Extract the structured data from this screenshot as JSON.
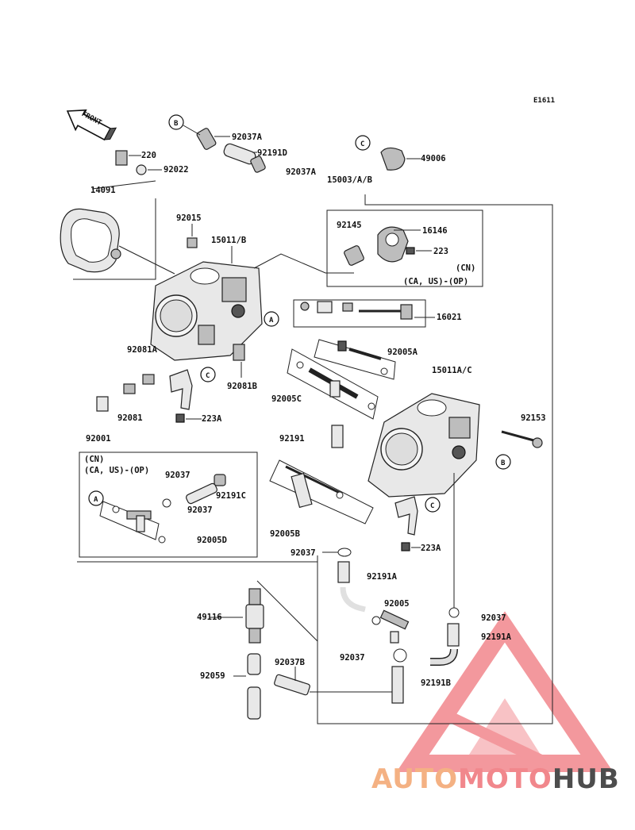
{
  "diagram_code": "E1611",
  "front_label": "FRONT",
  "watermark": {
    "part1": "AUTO",
    "part2": "MOTO",
    "part3": "HUB",
    "colors": {
      "orange": "#f4b183",
      "red": "#f1878c",
      "gray": "#4d4d4d"
    }
  },
  "callouts": {
    "A": "A",
    "B": "B",
    "C": "C"
  },
  "parts": {
    "p92037A_top": "92037A",
    "p92191D": "92191D",
    "p220": "220",
    "p92022": "92022",
    "p49006": "49006",
    "p92037A_mid": "92037A",
    "p15003": "15003/A/B",
    "p14091": "14091",
    "p92015": "92015",
    "p15011B": "15011/B",
    "p92145": "92145",
    "p16146": "16146",
    "p223_top": "223",
    "note_cn_top": "(CN)",
    "note_op_top": "(CA, US)-(OP)",
    "p16021": "16021",
    "p92005A": "92005A",
    "p92081A": "92081A",
    "p15011AC": "15011A/C",
    "p92081B": "92081B",
    "p92005C": "92005C",
    "p92081": "92081",
    "p223A_left": "223A",
    "p92001": "92001",
    "p92153": "92153",
    "p92191": "92191",
    "note_cn_box": "(CN)",
    "note_op_box": "(CA, US)-(OP)",
    "p92037_box1": "92037",
    "p92191C": "92191C",
    "p92037_box2": "92037",
    "p92005D": "92005D",
    "p92005B": "92005B",
    "p223A_right": "223A",
    "p92037_low": "92037",
    "p92191A": "92191A",
    "p92005": "92005",
    "p92037_right": "92037",
    "p49116": "49116",
    "p92191A_low": "92191A",
    "p92059": "92059",
    "p92037B": "92037B",
    "p92037_bottom": "92037",
    "p92191B": "92191B"
  }
}
